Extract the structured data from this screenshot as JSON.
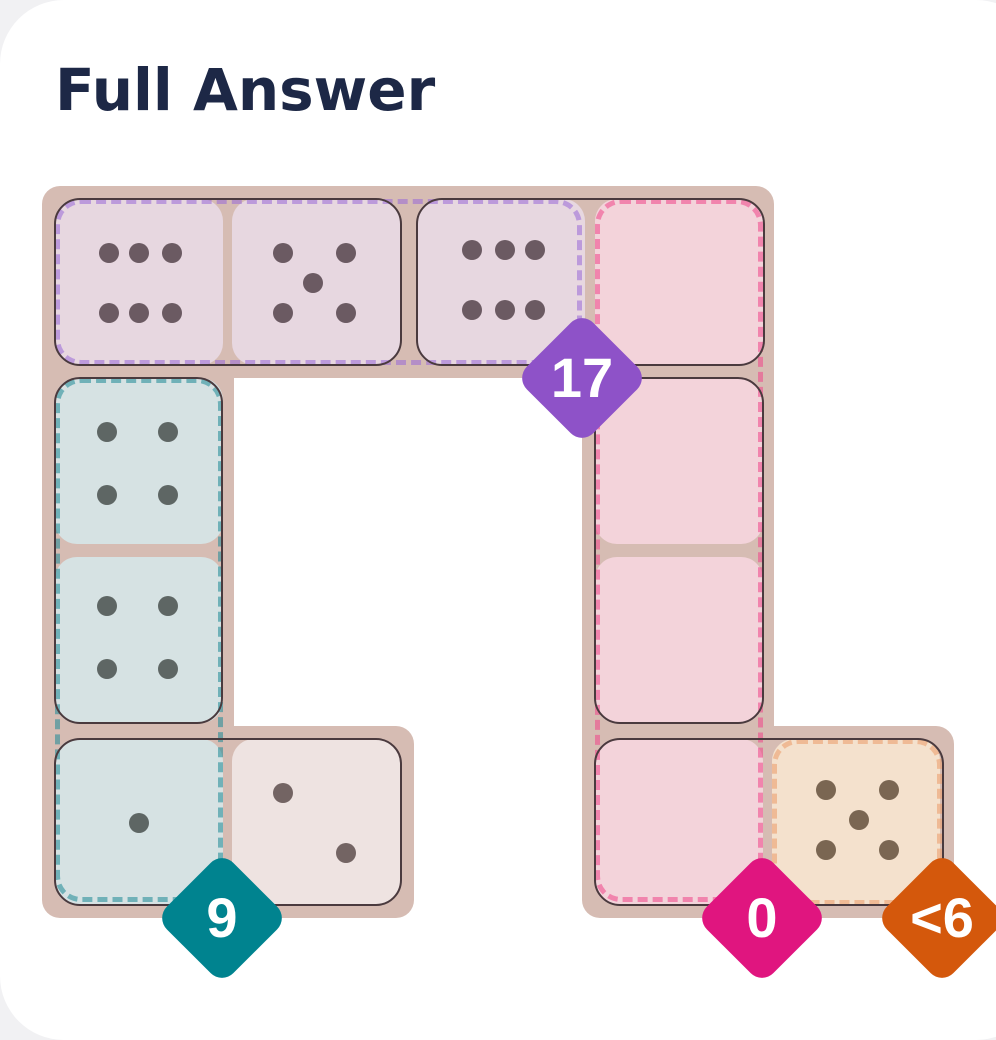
{
  "title": "Full Answer",
  "colors": {
    "title": "#1d2846",
    "board": "#d6bcb3",
    "purple": "#8e52c8",
    "teal": "#00838f",
    "pink": "#e0157f",
    "orange": "#d4580c"
  },
  "regions": [
    {
      "id": "purple",
      "constraint": "17",
      "color": "#8e52c8"
    },
    {
      "id": "teal",
      "constraint": "9",
      "color": "#00838f"
    },
    {
      "id": "pink",
      "constraint": "0",
      "color": "#e0157f"
    },
    {
      "id": "orange",
      "constraint": "<6",
      "color": "#d4580c"
    }
  ],
  "badges": {
    "purple": "17",
    "teal": "9",
    "pink": "0",
    "orange": "<6"
  },
  "dominoes": [
    {
      "cells": [
        [
          0,
          0
        ],
        [
          0,
          1
        ]
      ],
      "pips": [
        6,
        5
      ]
    },
    {
      "cells": [
        [
          0,
          2
        ],
        [
          0,
          3
        ]
      ],
      "pips": [
        6,
        0
      ]
    },
    {
      "cells": [
        [
          1,
          0
        ],
        [
          2,
          0
        ]
      ],
      "pips": [
        4,
        4
      ]
    },
    {
      "cells": [
        [
          1,
          3
        ],
        [
          2,
          3
        ]
      ],
      "pips": [
        0,
        0
      ]
    },
    {
      "cells": [
        [
          3,
          0
        ],
        [
          3,
          1
        ]
      ],
      "pips": [
        1,
        2
      ]
    },
    {
      "cells": [
        [
          3,
          3
        ],
        [
          3,
          4
        ]
      ],
      "pips": [
        0,
        5
      ]
    }
  ]
}
